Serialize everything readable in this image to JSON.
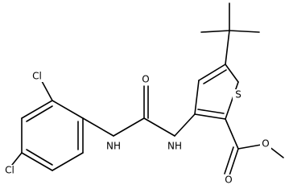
{
  "molecule": {
    "atom_labels": {
      "cl_top": "Cl",
      "cl_bottom": "Cl",
      "nh_left": "NH",
      "nh_right": "NH",
      "carbonyl_o": "O",
      "s_ring": "S",
      "ester_o_double": "O",
      "ester_o_single": "O"
    }
  }
}
